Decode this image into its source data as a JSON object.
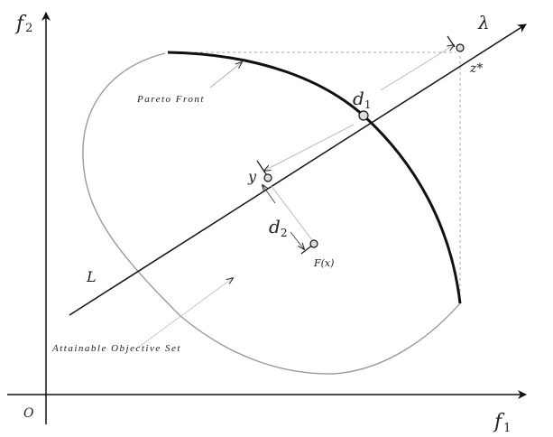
{
  "labels": {
    "f2": "f",
    "f2_sub": "2",
    "f1": "f",
    "f1_sub": "1",
    "origin": "O",
    "lambda": "λ",
    "zstar": "z*",
    "d1": "d",
    "d1_sub": "1",
    "d2": "d",
    "d2_sub": "2",
    "y": "y",
    "Fx": "F(x)",
    "L": "L",
    "pareto_front": "Pareto Front",
    "attainable_set": "Attainable Objective Set"
  }
}
